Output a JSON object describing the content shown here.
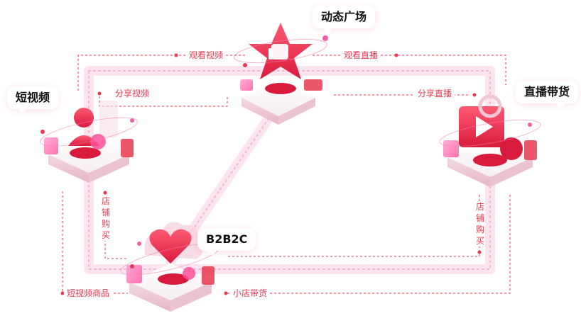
{
  "nodes": {
    "dynamic_square": "动态广场",
    "short_video": "短视频",
    "live_commerce": "直播带货",
    "b2b2c": "B2B2C"
  },
  "flows": {
    "watch_video": "观看视频",
    "watch_live": "观看直播",
    "share_video": "分享视频",
    "share_live": "分享直播",
    "store_purchase_left": "店铺购买",
    "store_purchase_right": "店铺购买",
    "short_video_products": "短视频商品",
    "small_store_commerce": "小店带货"
  },
  "colors": {
    "accent": "#e8384f",
    "accent_light": "#f7a8c4",
    "glow": "#fbd3e3"
  },
  "icons": {
    "dynamic_square": "star-thumbs-up-icon",
    "short_video": "user-heart-icon",
    "live_commerce": "video-play-icon",
    "b2b2c": "heart-cloud-icon"
  }
}
